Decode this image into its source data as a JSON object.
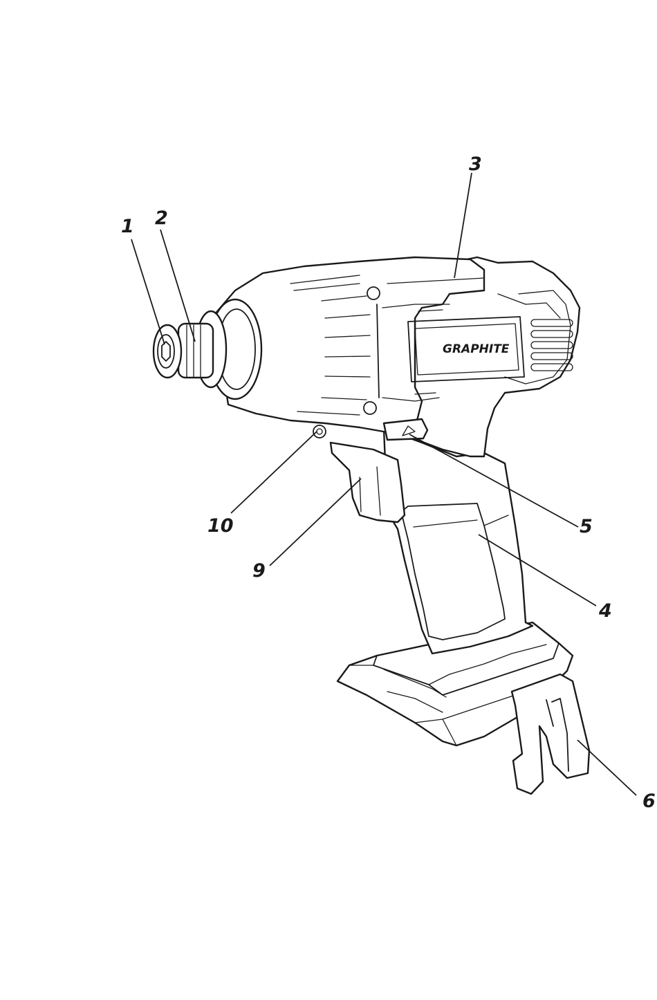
{
  "brand": {
    "logo_text": "GRAPHITE"
  },
  "callouts": [
    {
      "label": "1"
    },
    {
      "label": "2"
    },
    {
      "label": "3"
    },
    {
      "label": "4"
    },
    {
      "label": "5"
    },
    {
      "label": "6"
    },
    {
      "label": "9"
    },
    {
      "label": "10"
    }
  ],
  "colors": {
    "line": "#1a1a1a",
    "background": "#ffffff"
  }
}
